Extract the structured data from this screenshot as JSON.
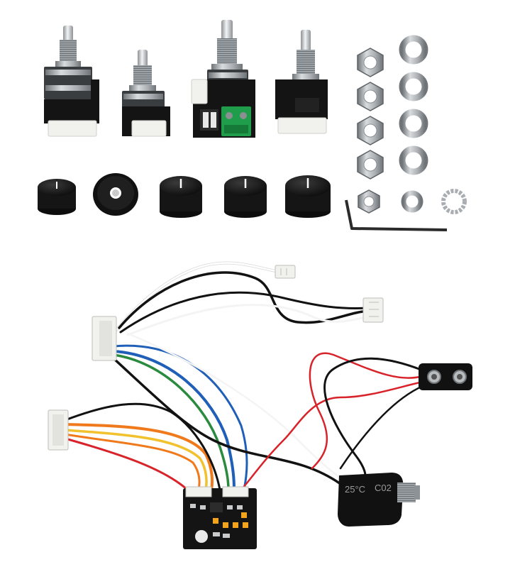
{
  "image": {
    "background": "#ffffff",
    "colors": {
      "metal": "#a9adb1",
      "metal_dark": "#6f7478",
      "pcb": "#141414",
      "terminal_green": "#1f9d4a",
      "connector_white": "#f1f1ee",
      "knob": "#1a1a1a",
      "wire_black": "#121212",
      "wire_white": "#f4f4f4",
      "wire_red": "#d8232a",
      "wire_blue": "#1f5fb8",
      "wire_green": "#2a8a3e",
      "wire_orange": "#f07a1b",
      "wire_yellow": "#f2c12e",
      "heat_shrink": "#111111"
    },
    "potentiometers": 4,
    "knobs": 5,
    "hex_nuts": 5,
    "flat_washers": 5,
    "star_washers": 1,
    "allen_key": 1,
    "battery_snap": 1,
    "preamp_board": 1,
    "output_jack": 1
  },
  "labels": {
    "heat_shrink_marking_left": "25°C",
    "heat_shrink_marking_right": "C02"
  }
}
